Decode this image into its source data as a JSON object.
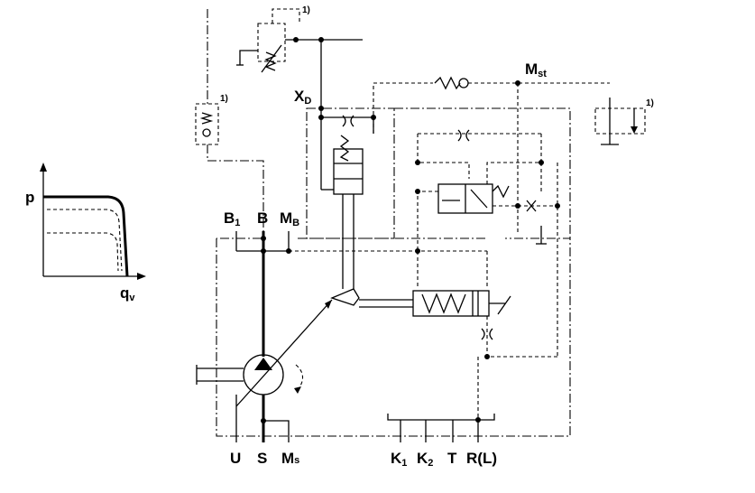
{
  "curve": {
    "y_label": "p",
    "x_label": "q",
    "x_label_sub": "v"
  },
  "ports": {
    "b1": {
      "main": "B",
      "sub": "1"
    },
    "b": {
      "main": "B"
    },
    "mb": {
      "main": "M",
      "sub": "B"
    },
    "xd": {
      "main": "X",
      "sub": "D"
    },
    "mst": {
      "main": "M",
      "sub": "st"
    },
    "u": {
      "main": "U"
    },
    "s": {
      "main": "S"
    },
    "ms": {
      "main": "M",
      "sub": "s"
    },
    "k1": {
      "main": "K",
      "sub": "1"
    },
    "k2": {
      "main": "K",
      "sub": "2"
    },
    "t": {
      "main": "T"
    },
    "rl": {
      "main": "R(L)"
    }
  },
  "notes": {
    "n1": "1)",
    "n2": "1)",
    "n3": "1)"
  }
}
